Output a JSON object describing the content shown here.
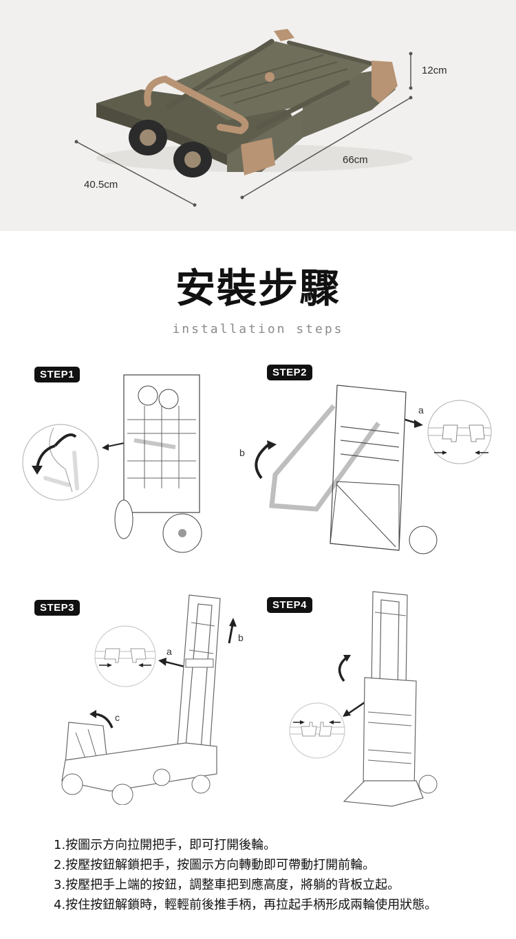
{
  "hero": {
    "product": "folding hand truck (olive green with tan accents)",
    "dimensions": {
      "height": "12cm",
      "length": "66cm",
      "width": "40.5cm"
    },
    "colors": {
      "background": "#f1f0ee",
      "body": "#6b6a58",
      "accent": "#b89474"
    }
  },
  "heading": {
    "title": "安裝步驟",
    "subtitle": "installation steps"
  },
  "steps": [
    {
      "badge": "STEP1",
      "labels": []
    },
    {
      "badge": "STEP2",
      "labels": [
        "a",
        "b"
      ]
    },
    {
      "badge": "STEP3",
      "labels": [
        "a",
        "b",
        "c"
      ]
    },
    {
      "badge": "STEP4",
      "labels": []
    }
  ],
  "instructions": [
    "1.按圖示方向拉開把手，即可打開後輪。",
    "2.按壓按鈕解鎖把手，按圖示方向轉動即可帶動打開前輪。",
    "3.按壓把手上端的按鈕，調整車把到應高度，將躺的背板立起。",
    "4.按住按鈕解鎖時，輕輕前後推手柄，再拉起手柄形成兩輪使用狀態。"
  ]
}
